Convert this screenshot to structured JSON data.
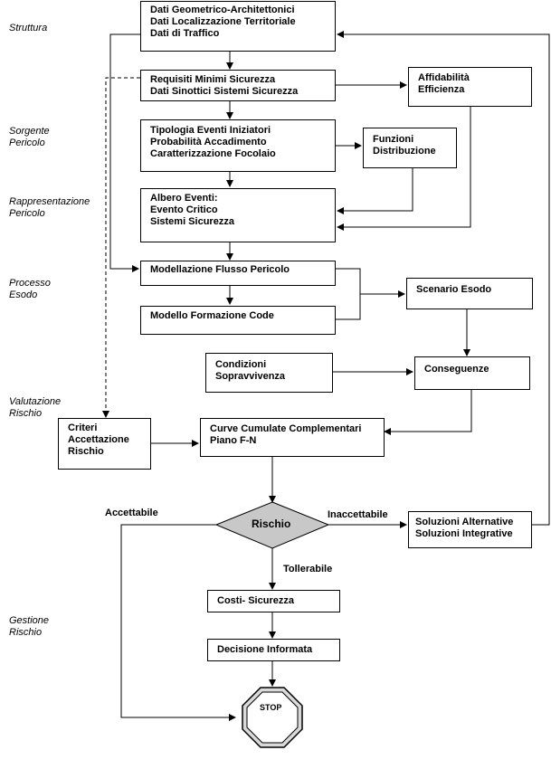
{
  "phases": {
    "struttura": "Struttura",
    "sorgente": [
      "Sorgente",
      "Pericolo"
    ],
    "rappresentazione": [
      "Rappresentazione",
      "Pericolo"
    ],
    "processo": [
      "Processo",
      "Esodo"
    ],
    "valutazione": [
      "Valutazione",
      "Rischio"
    ],
    "gestione": [
      "Gestione",
      "Rischio"
    ]
  },
  "boxes": {
    "dati": [
      "Dati Geometrico-Architettonici",
      "Dati Localizzazione Territoriale",
      "Dati di Traffico"
    ],
    "requisiti": [
      "Requisiti Minimi Sicurezza",
      "Dati Sinottici Sistemi Sicurezza"
    ],
    "affidabilita": [
      "Affidabilità",
      "Efficienza"
    ],
    "tipologia": [
      "Tipologia Eventi Iniziatori",
      "Probabilità Accadimento",
      "Caratterizzazione Focolaio"
    ],
    "funzioni": [
      "Funzioni",
      "Distribuzione"
    ],
    "albero": [
      "Albero Eventi:",
      "Evento Critico",
      "Sistemi Sicurezza"
    ],
    "modellazione": [
      "Modellazione Flusso Pericolo"
    ],
    "formazione": [
      "Modello Formazione Code"
    ],
    "scenario": [
      "Scenario Esodo"
    ],
    "condizioni": [
      "Condizioni",
      "Sopravvivenza"
    ],
    "conseguenze": [
      "Conseguenze"
    ],
    "criteri": [
      "Criteri",
      "Accettazione",
      "Rischio"
    ],
    "curve": [
      "Curve Cumulate Complementari",
      "Piano F-N"
    ],
    "soluzioni": [
      "Soluzioni Alternative",
      "Soluzioni Integrative"
    ],
    "costi": [
      "Costi- Sicurezza"
    ],
    "decisione": [
      "Decisione Informata"
    ]
  },
  "decision": "Rischio",
  "edges": {
    "accettabile": "Accettabile",
    "inaccettabile": "Inaccettabile",
    "tollerabile": "Tollerabile"
  },
  "stop": "STOP",
  "colors": {
    "line": "#000000",
    "diamond": "#c8c8c8",
    "stop_fill": "#d9d9d9"
  }
}
